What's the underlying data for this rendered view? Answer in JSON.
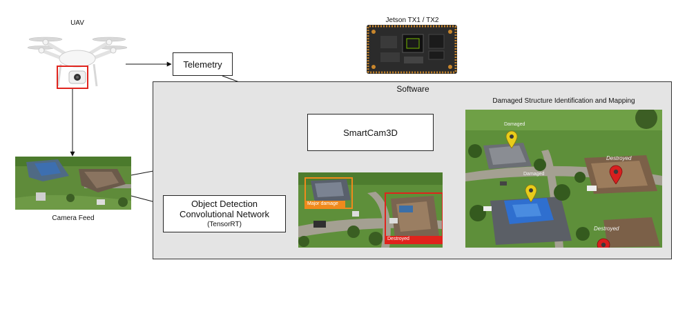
{
  "labels": {
    "uav": "UAV",
    "camera_feed": "Camera Feed",
    "jetson": "Jetson TX1 / TX2",
    "software": "Software",
    "mapping_title": "Damaged Structure Identification and Mapping"
  },
  "boxes": {
    "telemetry": "Telemetry",
    "smartcam": "SmartCam3D",
    "od_line1": "Object Detection",
    "od_line2": "Convolutional Network",
    "od_line3": "(TensorRT)"
  },
  "detections": {
    "major": "Major damage",
    "destroyed": "Destroyed"
  },
  "map_tags": {
    "damaged": "Damaged",
    "destroyed_1": "Destroyed",
    "damaged_2": "Damaged",
    "destroyed_2": "Destroyed"
  },
  "colors": {
    "panel": "#e4e4e4",
    "major_damage": "#f08a1c",
    "destroyed": "#e0231c",
    "pin_yellow": "#e8cc1a",
    "pin_red": "#d81f1f",
    "grass": "#5e8f3a"
  },
  "icons": [
    "drone-icon",
    "jetson-board-icon",
    "location-pin-icon"
  ]
}
